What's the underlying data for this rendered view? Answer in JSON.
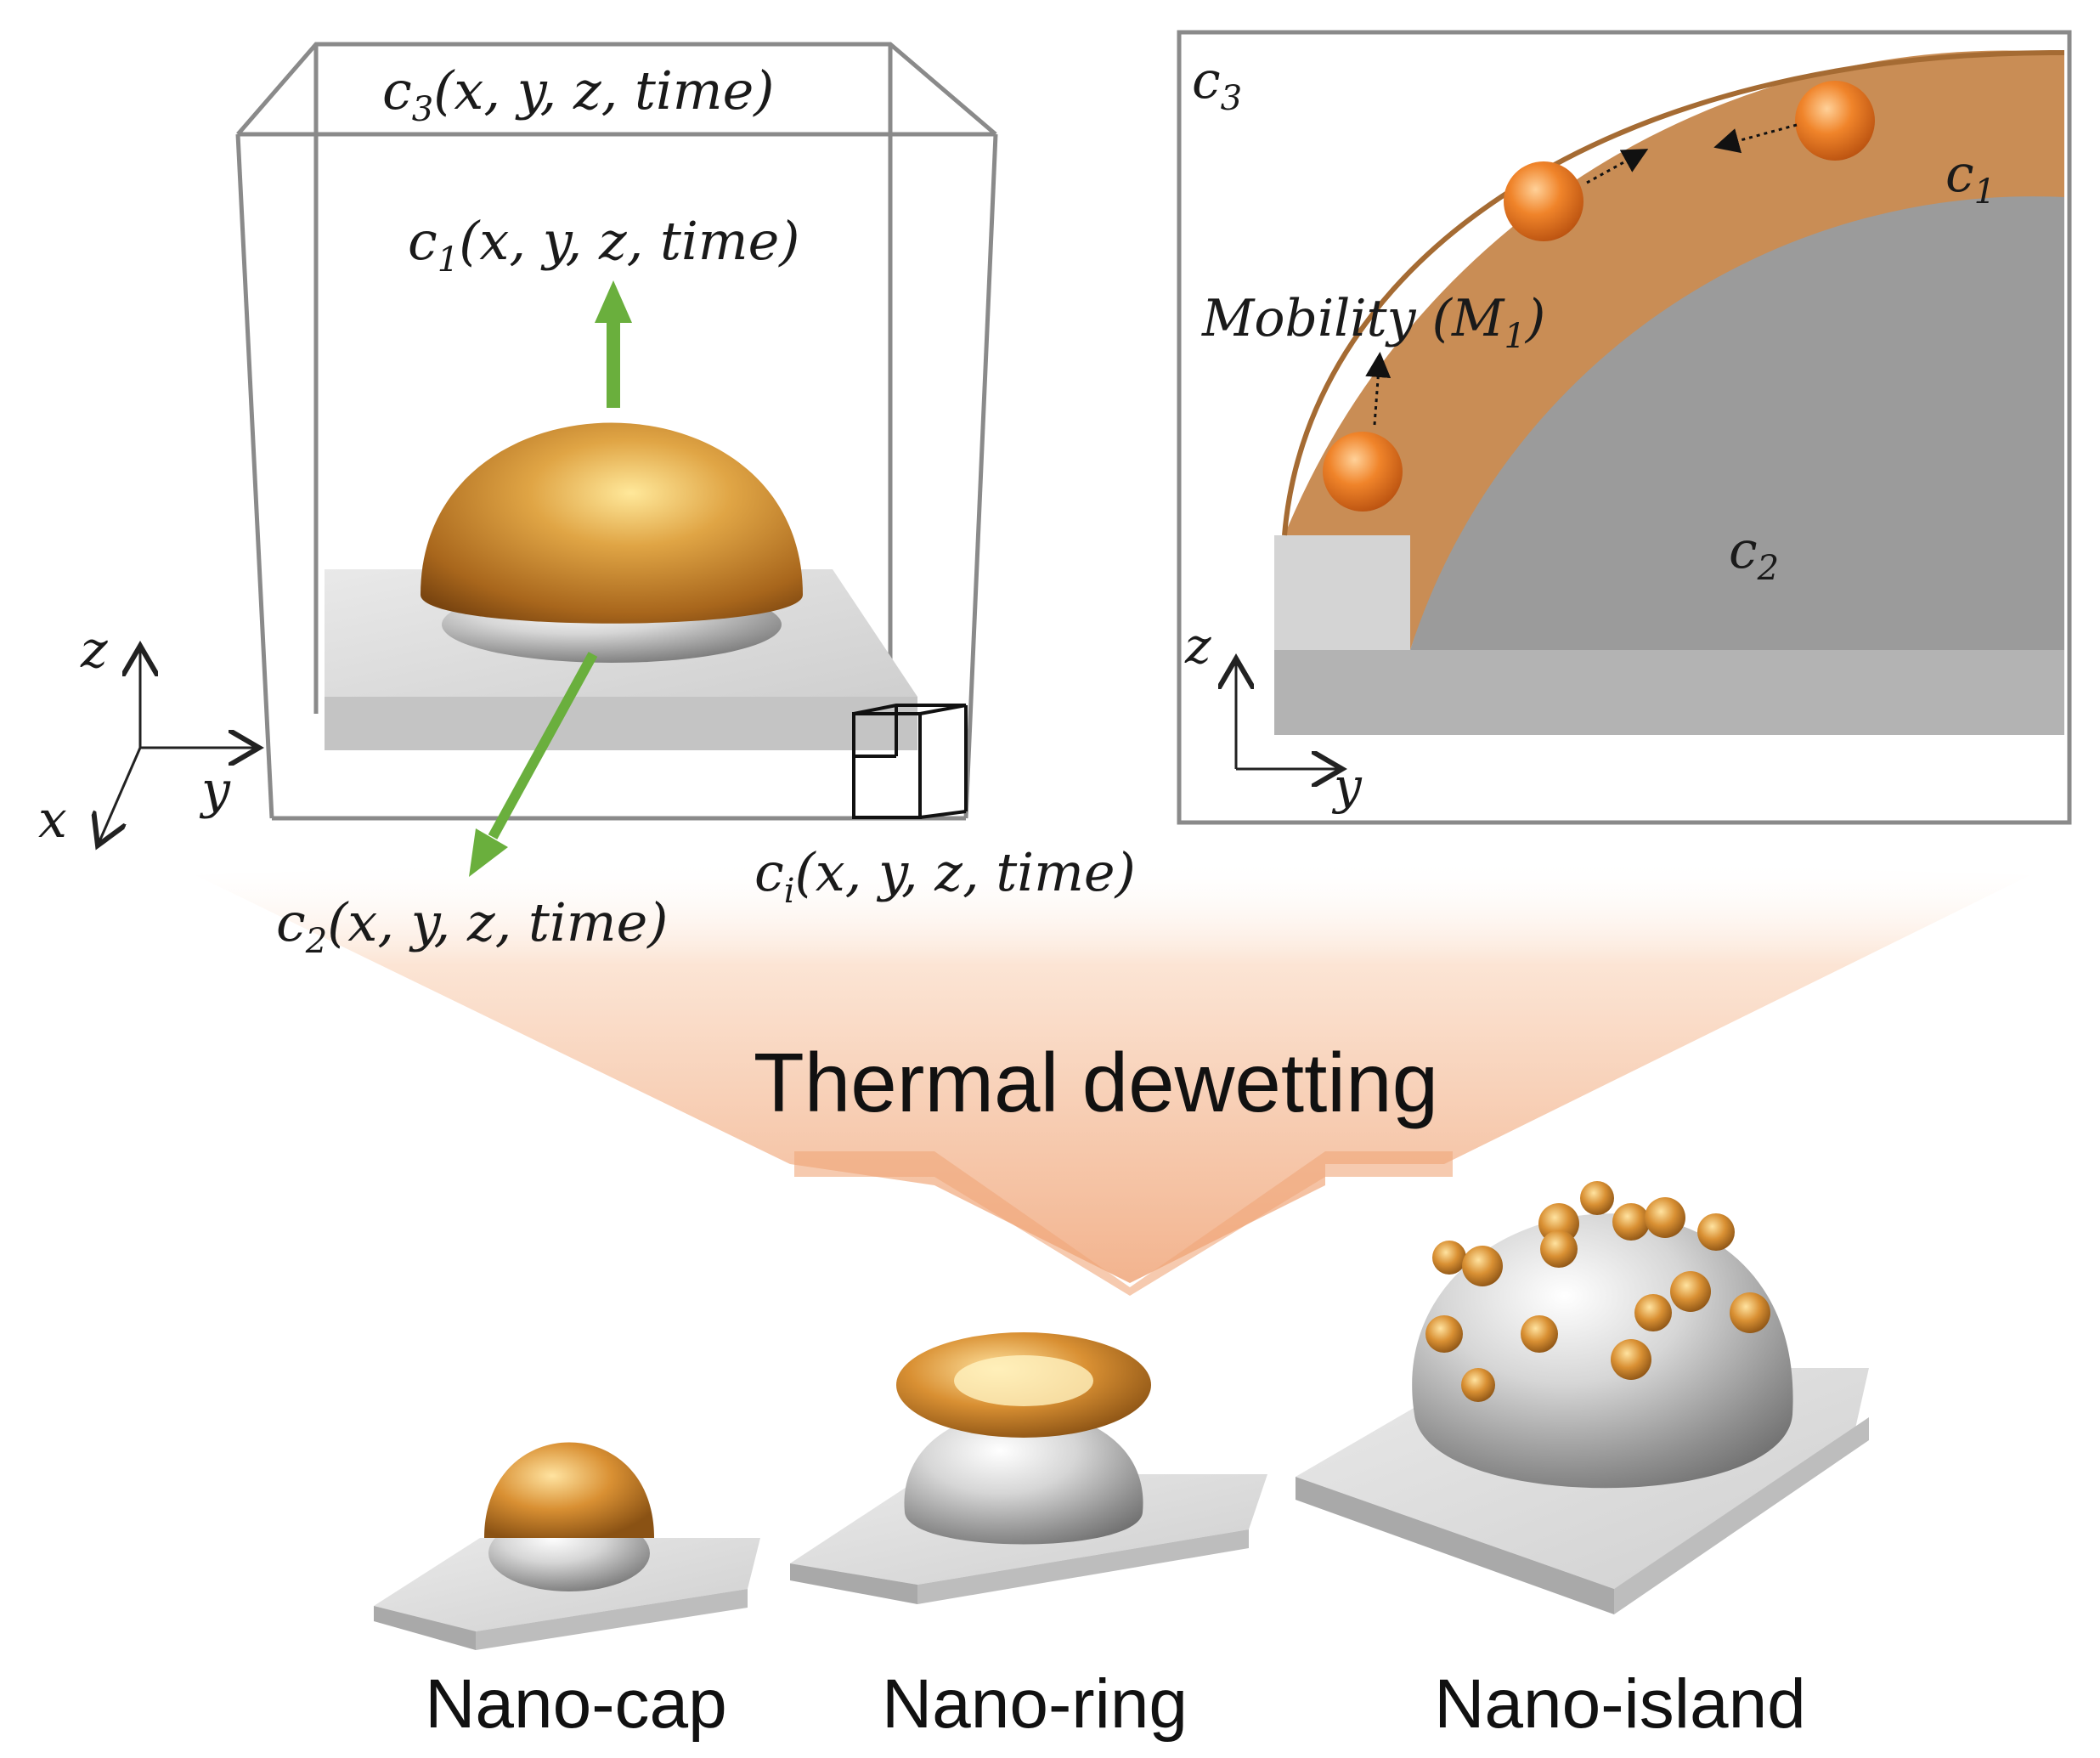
{
  "labels": {
    "box_left": {
      "c3": {
        "base": "c",
        "sub": "3",
        "args": "(x, y, z, time)"
      },
      "c1": {
        "base": "c",
        "sub": "1",
        "args": "(x, y, z, time)"
      },
      "c2": {
        "base": "c",
        "sub": "2",
        "args": "(x, y, z, time)"
      },
      "ci": {
        "base": "c",
        "sub": "i",
        "args": "(x, y, z, time)"
      },
      "axis_z": "z",
      "axis_y": "y",
      "axis_x": "x"
    },
    "box_right": {
      "c3": {
        "base": "c",
        "sub": "3"
      },
      "c1": {
        "base": "c",
        "sub": "1"
      },
      "c2": {
        "base": "c",
        "sub": "2"
      },
      "mobility": {
        "text": "Mobility (M",
        "sub": "1",
        "close": ")"
      },
      "axis_z": "z",
      "axis_y": "y"
    },
    "process": "Thermal dewetting",
    "results": [
      "Nano-cap",
      "Nano-ring",
      "Nano-island"
    ]
  },
  "colors": {
    "gold": "#c98a3a",
    "gold_shell": "#c98d55",
    "silver": "#b9b9b9",
    "substrate": "#a9a9a9",
    "arrow_green": "#6aaf3d",
    "funnel": "#f2b58f",
    "frame": "#8a8a8a"
  }
}
